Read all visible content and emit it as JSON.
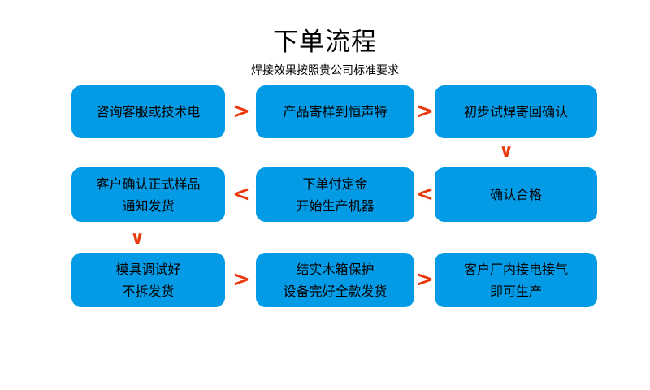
{
  "header": {
    "title": "下单流程",
    "subtitle": "焊接效果按照贵公司标准要求"
  },
  "theme": {
    "node_fill": "#039BE5",
    "node_text": "#000000",
    "arrow_color": "#E8380D",
    "background": "#FFFFFF"
  },
  "nodes": [
    {
      "id": "n1",
      "line1": "咨询客服或技术电",
      "line2": ""
    },
    {
      "id": "n2",
      "line1": "产品寄样到恒声特",
      "line2": ""
    },
    {
      "id": "n3",
      "line1": "初步试焊寄回确认",
      "line2": ""
    },
    {
      "id": "n4",
      "line1": "客户确认正式样品",
      "line2": "通知发货"
    },
    {
      "id": "n5",
      "line1": "下单付定金",
      "line2": "开始生产机器"
    },
    {
      "id": "n6",
      "line1": "确认合格",
      "line2": ""
    },
    {
      "id": "n7",
      "line1": "模具调试好",
      "line2": "不拆发货"
    },
    {
      "id": "n8",
      "line1": "结实木箱保护",
      "line2": "设备完好全款发货"
    },
    {
      "id": "n9",
      "line1": "客户厂内接电接气",
      "line2": "即可生产"
    }
  ],
  "connectors": {
    "row1_a": ">",
    "row1_b": ">",
    "row2_a": "<",
    "row2_b": "<",
    "row3_a": ">",
    "row3_b": ">",
    "down_right": "∨",
    "down_left": "∨"
  }
}
